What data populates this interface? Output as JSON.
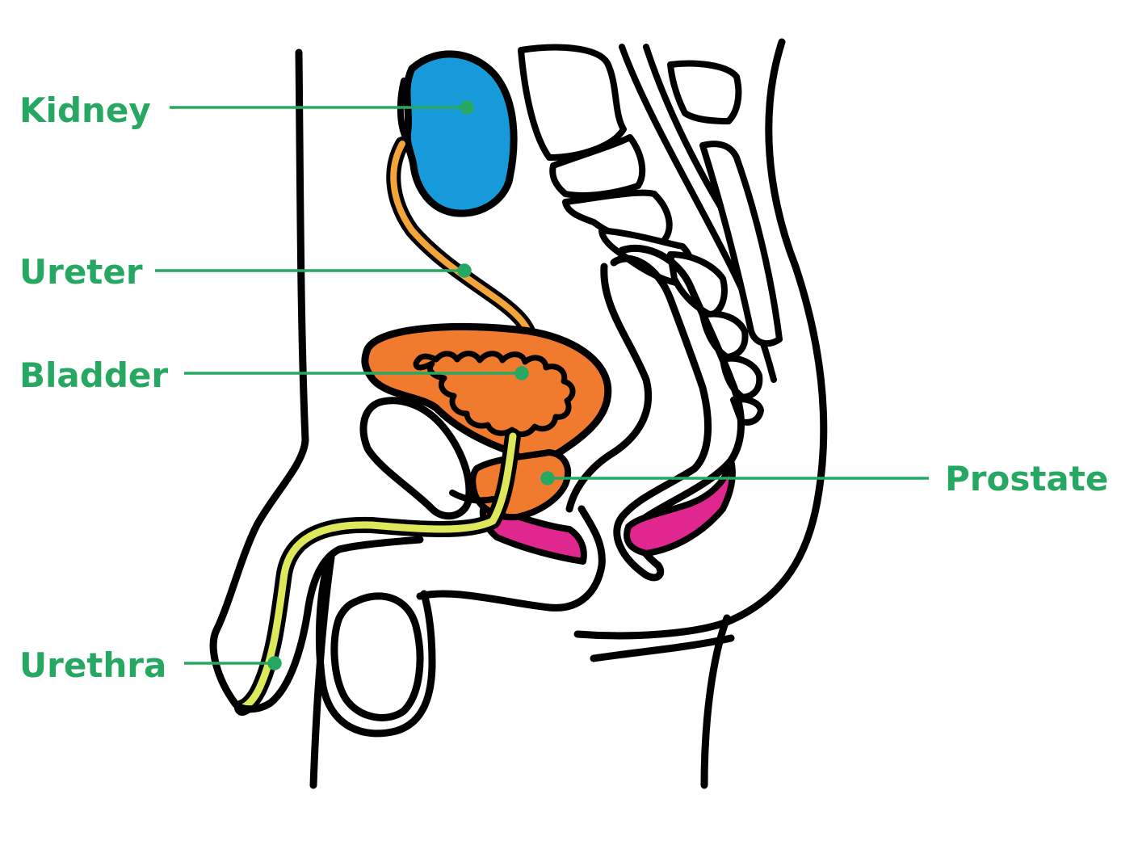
{
  "labels": {
    "kidney": "Kidney",
    "ureter": "Ureter",
    "bladder": "Bladder",
    "prostate": "Prostate",
    "urethra": "Urethra"
  },
  "colors": {
    "label_text": "#27a862",
    "leader_line": "#27a862",
    "kidney_fill": "#169ad9",
    "ureter_fill": "#f3a43a",
    "bladder_fill": "#f07a2e",
    "prostate_fill": "#f07a2e",
    "urethra_fill": "#dde85a",
    "rectum_fill": "#e0268f",
    "outline": "#000000"
  }
}
